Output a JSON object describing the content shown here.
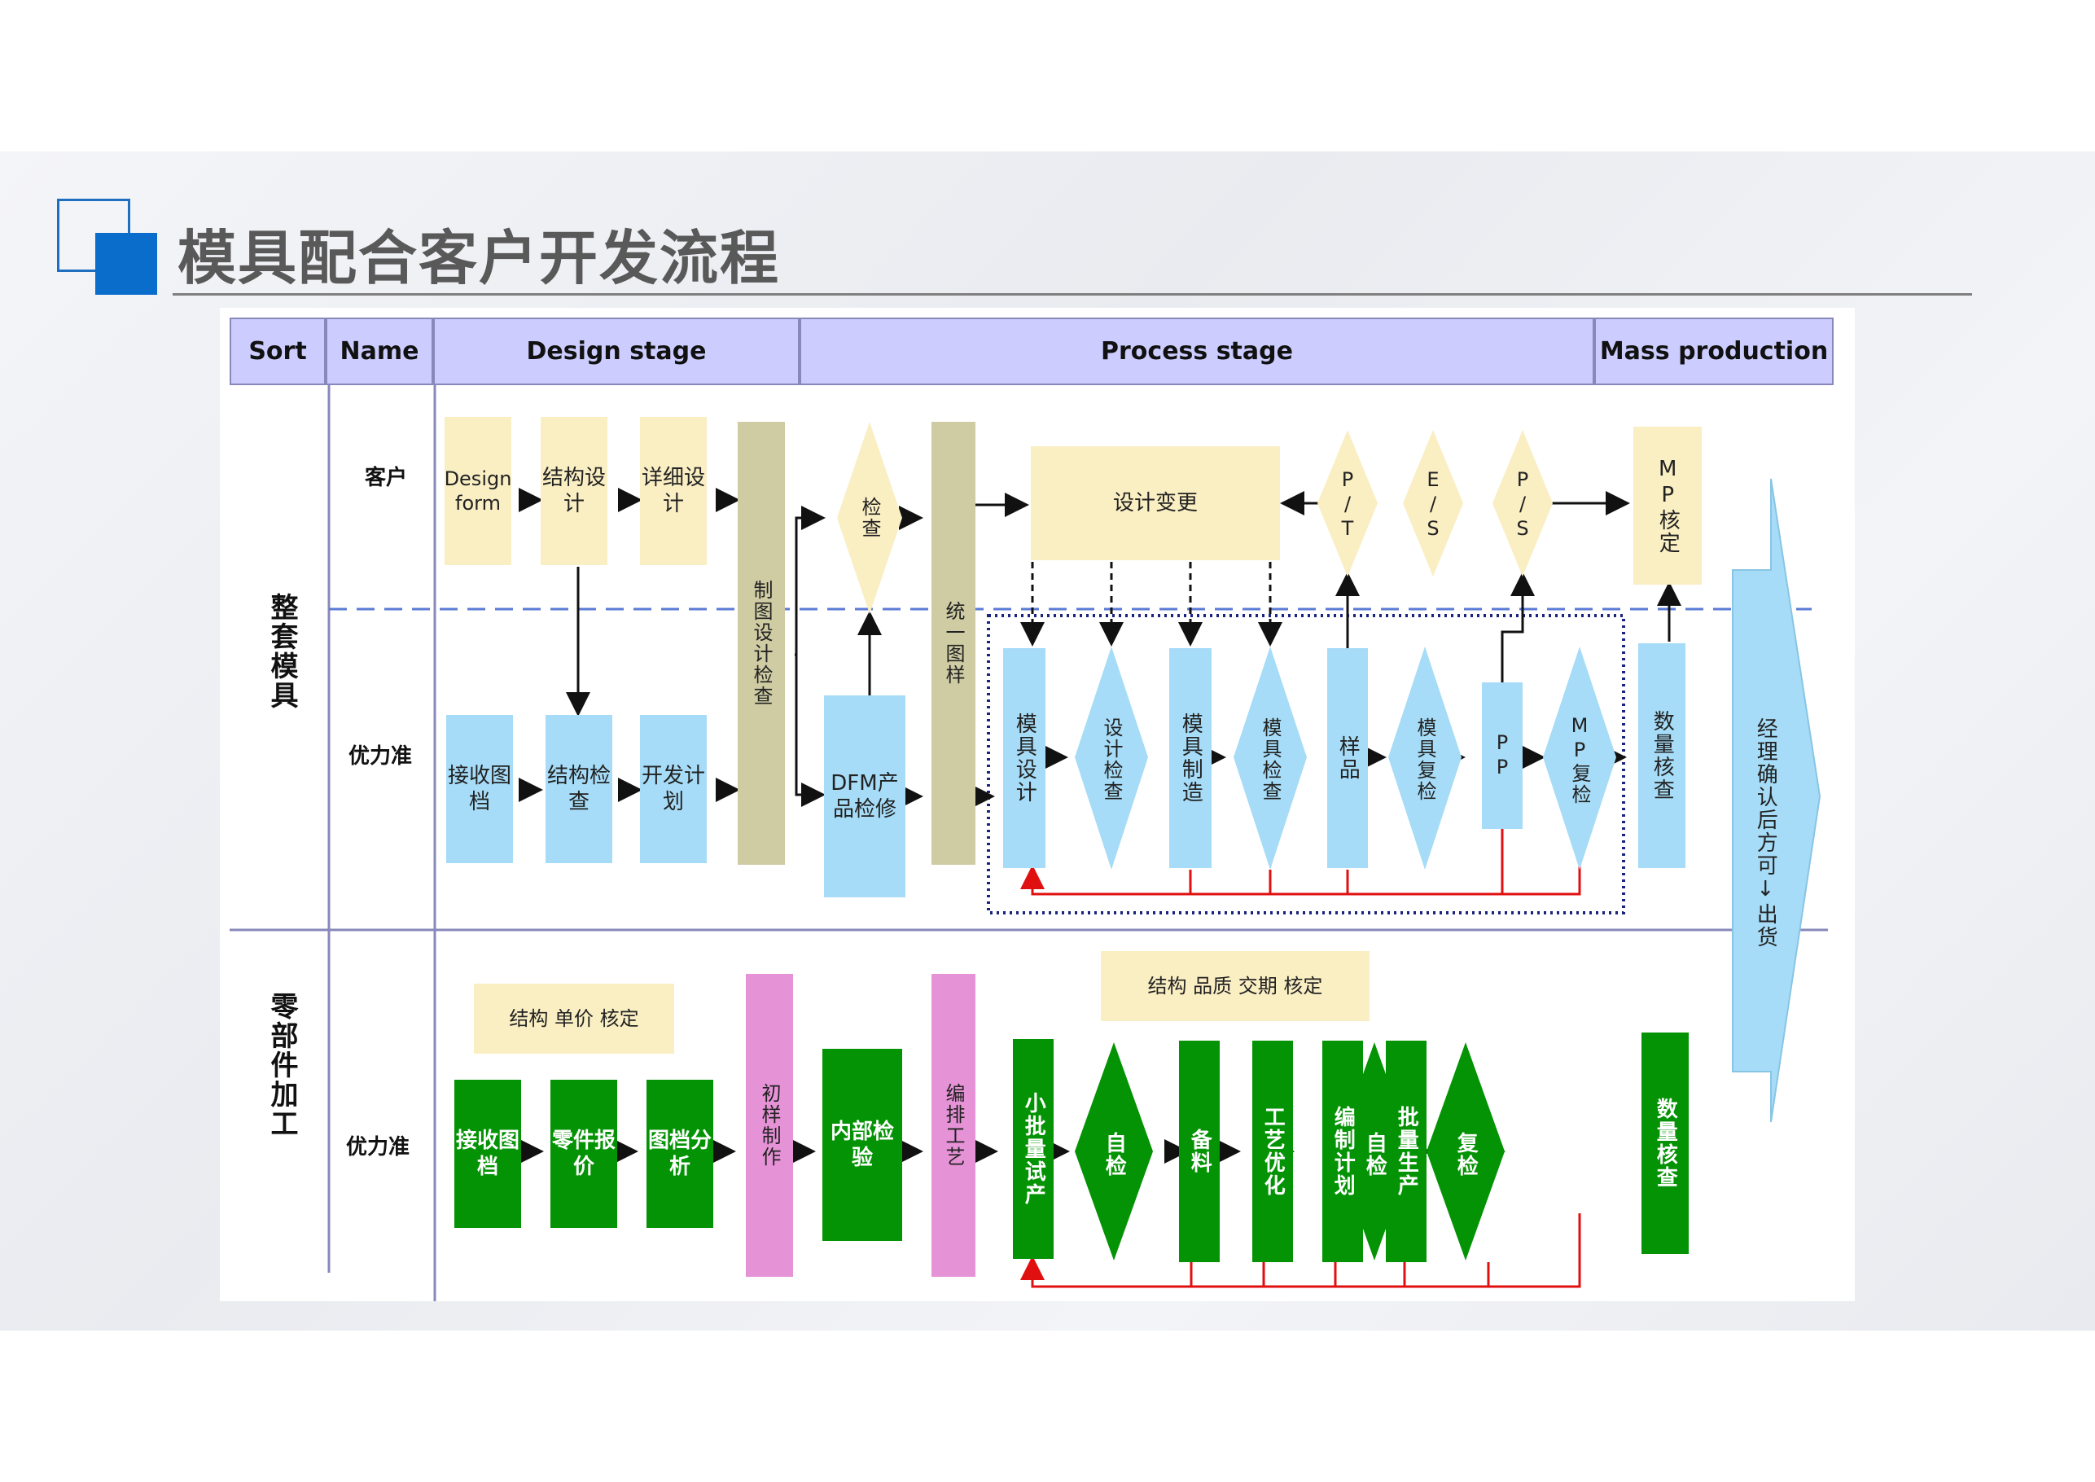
{
  "title": "模具配合客户开发流程",
  "header": {
    "sort": "Sort",
    "name": "Name",
    "design": "Design stage",
    "process": "Process stage",
    "mass": "Mass production"
  },
  "rows": {
    "whole_mold": "整套模具",
    "parts": "零部件加工",
    "customer": "客户",
    "youlizhun_1": "优力准",
    "youlizhun_2": "优力准"
  },
  "customer_nodes": {
    "design_form": "Design form",
    "struct_design": "结构设计",
    "detail_design": "详细设计",
    "check": "检查",
    "design_change": "设计变更",
    "pt": "P/T",
    "es": "E/S",
    "ps": "P/S",
    "mp_approve": "MP核定"
  },
  "ulz_nodes": {
    "receive_drawing": "接收图档",
    "struct_check": "结构检查",
    "dev_plan": "开发计划",
    "drawing_check": "制图设计检查",
    "dfm": "DFM产品检修",
    "unify_drawing": "统一图样",
    "mold_design": "模具设计",
    "design_check": "设计检查",
    "mold_make": "模具制造",
    "mold_check": "模具检查",
    "sample": "样品",
    "mold_recheck": "模具复检",
    "pp": "PP",
    "mp_recheck": "MP复检",
    "qty_check": "数量核查",
    "approval_ship": "经理确认后方可↓出货"
  },
  "parts_nodes": {
    "approve_label": "结构 单价 核定",
    "approve_label2": "结构 品质 交期 核定",
    "receive": "接收图档",
    "quote": "零件报价",
    "analysis": "图档分析",
    "first_sample": "初样制作",
    "internal_check": "内部检验",
    "process_plan": "编排工艺",
    "small_batch": "小批量试产",
    "self_check1": "自检",
    "prepare": "备料",
    "optimize": "工艺优化",
    "plan": "编制计划",
    "mass_prod": "批量生产",
    "self_check2": "自检",
    "recheck": "复检",
    "qty_check": "数量核查"
  },
  "colors": {
    "header": "#ccccff",
    "yellow": "#faeec3",
    "blue": "#a6dcf7",
    "olive": "#cfcca4",
    "pink": "#e692d7",
    "green": "#049304",
    "dashed": "#5b7bd5",
    "red": "#e01010",
    "dotted": "#1a237e"
  }
}
